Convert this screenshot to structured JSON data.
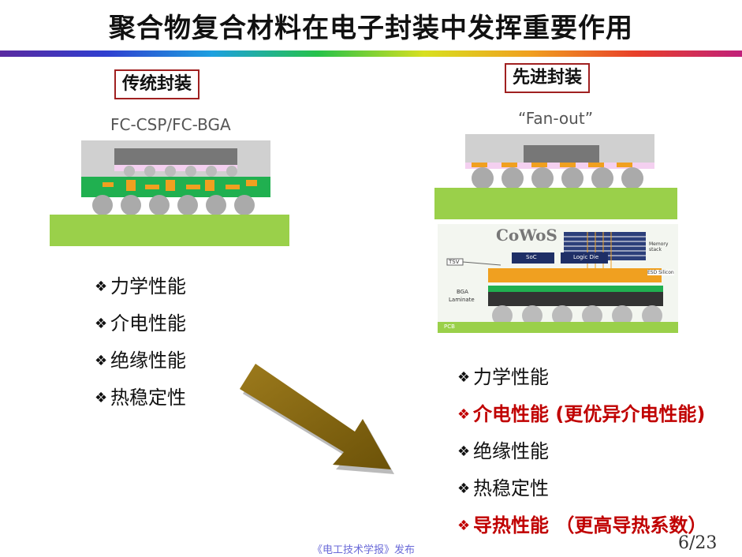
{
  "title": "聚合物复合材料在电子封装中发挥重要作用",
  "left": {
    "heading": "传统封装",
    "figure_label": "FC-CSP/FC-BGA",
    "bullets": [
      "力学性能",
      "介电性能",
      "绝缘性能",
      "热稳定性"
    ]
  },
  "right": {
    "heading": "先进封装",
    "fanout_label": "“Fan-out”",
    "cowos_label": "CoWoS",
    "cowos_tags": {
      "tsv": "TSV",
      "soc": "SoC",
      "logic": "Logic Die",
      "memory": "Memory stack",
      "esd": "ESD Silicon",
      "bga": "BGA",
      "laminate": "Laminate",
      "pcb": "PCB"
    },
    "bullets": [
      {
        "text": "力学性能",
        "emphasis": false
      },
      {
        "text": "介电性能 (更优异介电性能)",
        "emphasis": true
      },
      {
        "text": "绝缘性能",
        "emphasis": false
      },
      {
        "text": "热稳定性",
        "emphasis": false
      },
      {
        "text": "导热性能  （更高导热系数）",
        "emphasis": true
      }
    ]
  },
  "footer": "《电工技术学报》发布",
  "page_number": "6/23",
  "colors": {
    "emphasis": "#c00000",
    "arrow": "#8a6a12",
    "substrate": "#9ad04a",
    "interposer": "#20b050",
    "bump": "#f0a020"
  }
}
